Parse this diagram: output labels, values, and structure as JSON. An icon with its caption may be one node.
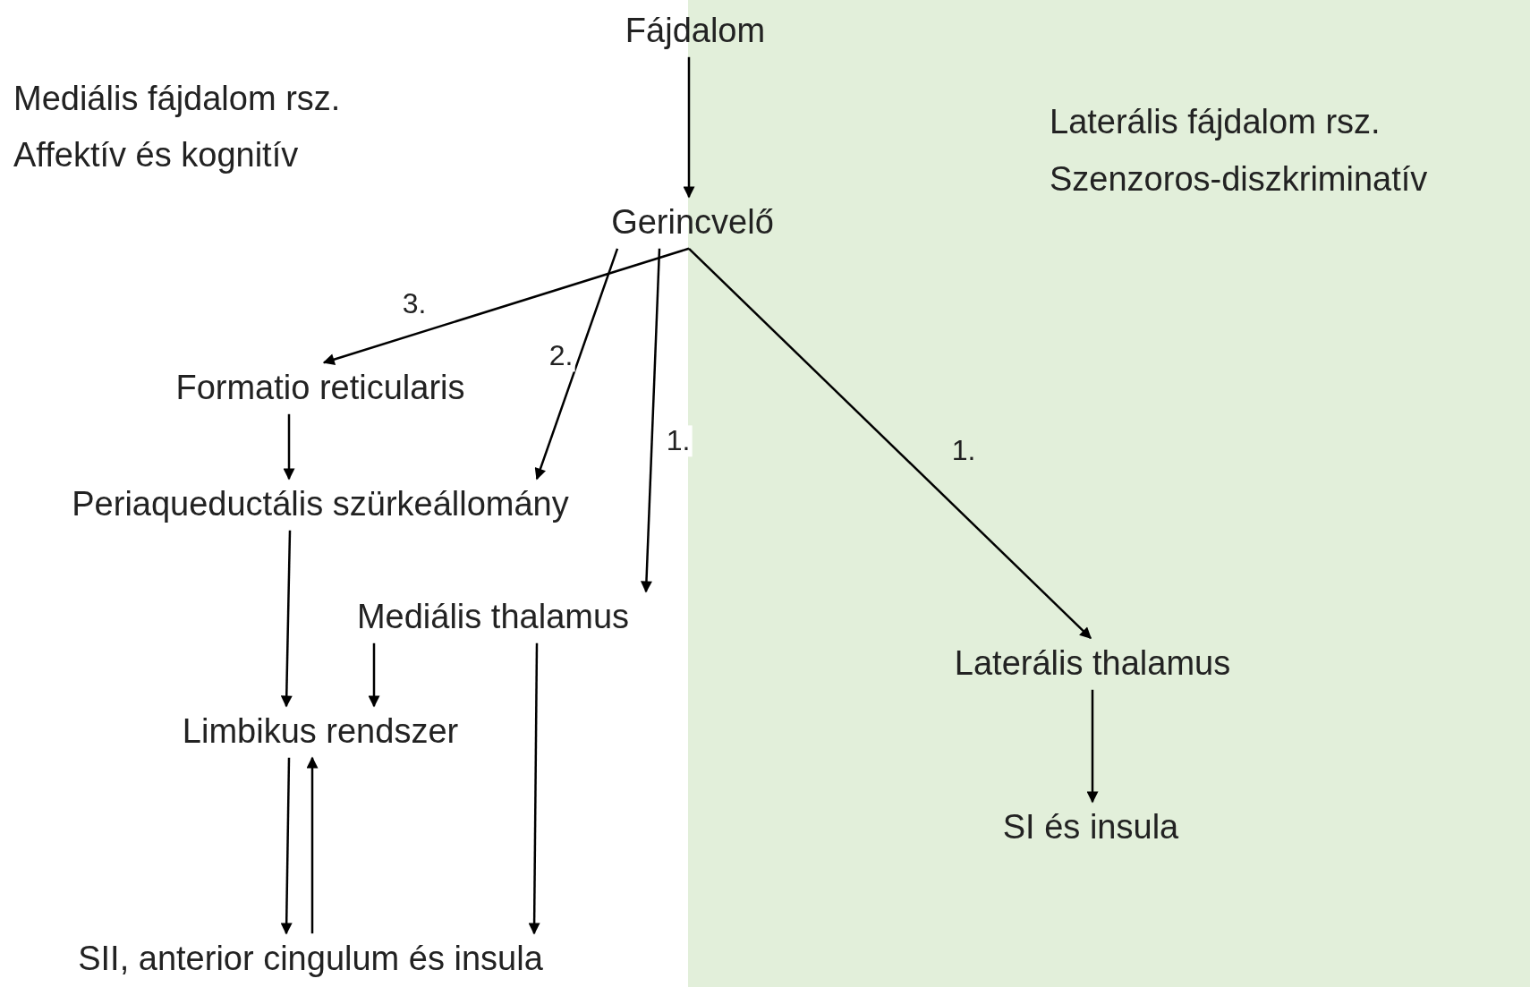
{
  "diagram": {
    "nodes": [
      {
        "text": [
          "Fájdalom"
        ]
      },
      {
        "text": [
          "Gerincvelő"
        ]
      },
      {
        "text": [
          "Formatio reticularis"
        ]
      },
      {
        "text": [
          "Periaqueductális szürkeállomány"
        ]
      },
      {
        "text": [
          "Mediális thalamus"
        ]
      },
      {
        "text": [
          "Limbikus rendszer"
        ]
      },
      {
        "text": [
          "SII, anterior cingulum és insula"
        ]
      },
      {
        "text": [
          "Laterális fájdalom rsz.",
          "Szenzoros-diszkriminatív"
        ]
      },
      {
        "text": [
          "Laterális thalamus"
        ],
        "in": 7
      },
      {
        "text": [
          "SI és insula"
        ],
        "in": 7
      }
    ],
    "edges": [
      {
        "from": 0,
        "to": 1,
        "arrow": "to"
      },
      {
        "from": 1,
        "to": 2,
        "arrow": "to",
        "label": "3."
      },
      {
        "from": 1,
        "to": 3,
        "arrow": "to",
        "label": "2."
      },
      {
        "from": 1,
        "to": 4,
        "arrow": "to",
        "label": "1."
      },
      {
        "from": 1,
        "to": 8,
        "arrow": "to",
        "label": "1."
      },
      {
        "from": 2,
        "to": 3,
        "arrow": "to"
      },
      {
        "from": 3,
        "to": 5,
        "arrow": "to"
      },
      {
        "from": 4,
        "to": 5,
        "arrow": "to"
      },
      {
        "from": 4,
        "to": 6,
        "arrow": "to"
      },
      {
        "from": 5,
        "to": 6,
        "arrow": "to"
      },
      {
        "from": 6,
        "to": 5,
        "arrow": "to"
      },
      {
        "from": 8,
        "to": 9,
        "arrow": "to"
      }
    ],
    "labels": [
      "Mediális fájdalom rsz.",
      "Affektív és kognitív"
    ]
  }
}
